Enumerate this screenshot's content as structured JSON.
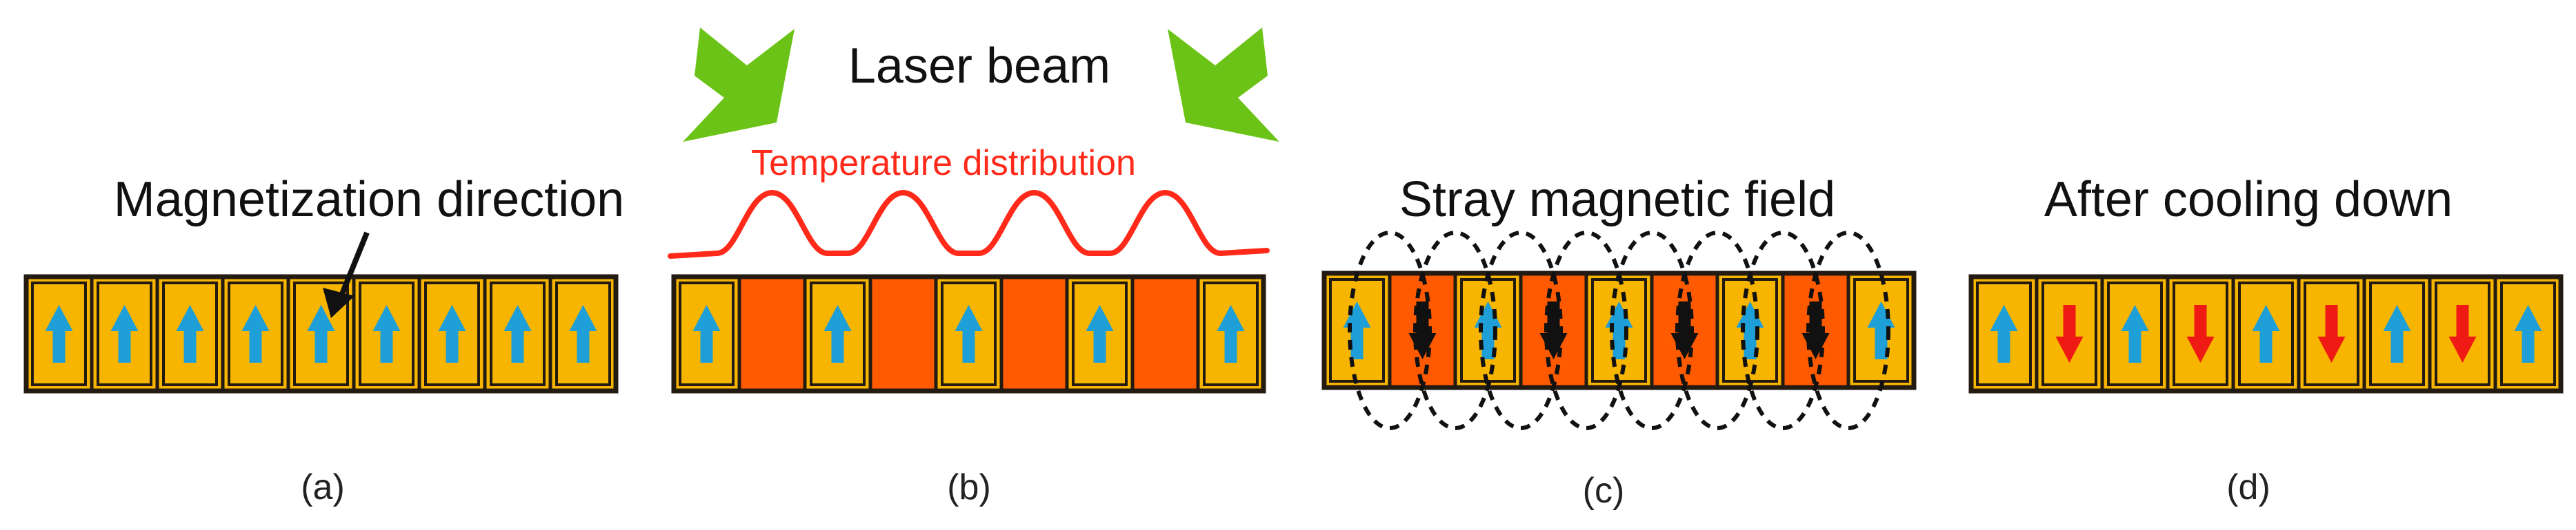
{
  "colors": {
    "cell_fill": "#F7B500",
    "heated_fill": "#FF5A00",
    "border": "#231A12",
    "arrow_blue": "#1E9FD8",
    "arrow_red": "#F01A14",
    "arrow_black": "#111111",
    "laser_green": "#6CC317",
    "temperature_red": "#FF2A1A"
  },
  "panels": [
    {
      "caption": "(a)",
      "title": "Magnetization direction",
      "cells": [
        "up",
        "up",
        "up",
        "up",
        "up",
        "up",
        "up",
        "up",
        "up"
      ],
      "heated": [
        false,
        false,
        false,
        false,
        false,
        false,
        false,
        false,
        false
      ],
      "pointer_icon": "diagonal-pointer-arrow"
    },
    {
      "caption": "(b)",
      "laser_label": "Laser beam",
      "temperature_label": "Temperature distribution",
      "cells": [
        "up",
        "none",
        "up",
        "none",
        "up",
        "none",
        "up",
        "none",
        "up"
      ],
      "heated": [
        false,
        true,
        false,
        true,
        false,
        true,
        false,
        true,
        false
      ],
      "laser_icon": "laser-beam-arrow",
      "temperature_icon": "temperature-curve"
    },
    {
      "caption": "(c)",
      "title": "Stray magnetic field",
      "cells": [
        "up",
        "down",
        "up",
        "down",
        "up",
        "down",
        "up",
        "down",
        "up"
      ],
      "heated": [
        false,
        true,
        false,
        true,
        false,
        true,
        false,
        true,
        false
      ],
      "field_icon": "dashed-field-loop"
    },
    {
      "caption": "(d)",
      "title": "After cooling down",
      "cells": [
        "up",
        "down",
        "up",
        "down",
        "up",
        "down",
        "up",
        "down",
        "up"
      ],
      "heated": [
        false,
        false,
        false,
        false,
        false,
        false,
        false,
        false,
        false
      ]
    }
  ]
}
